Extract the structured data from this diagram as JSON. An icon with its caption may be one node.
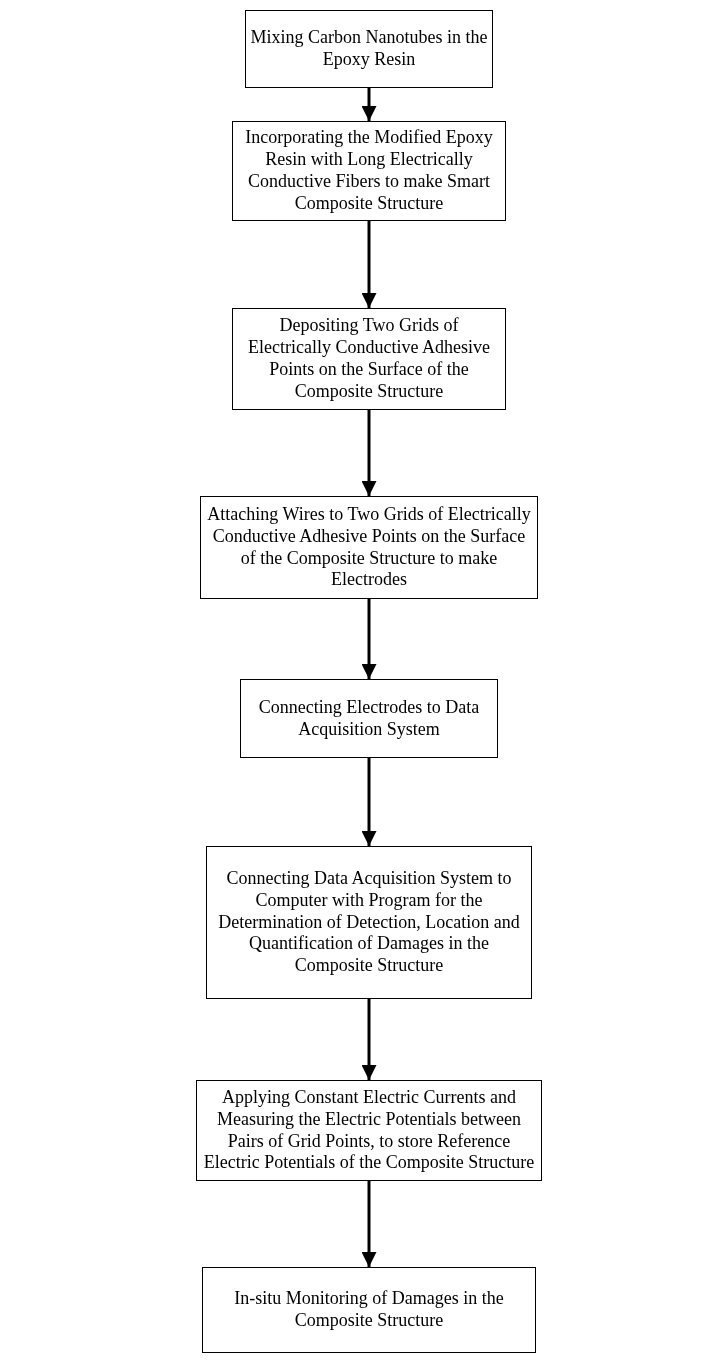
{
  "diagram": {
    "nodes": [
      {
        "text": [
          "Mixing Carbon Nanotubes in the Epoxy Resin"
        ]
      },
      {
        "text": [
          "Incorporating the Modified Epoxy Resin with Long Electrically Conductive Fibers to make Smart Composite Structure"
        ]
      },
      {
        "text": [
          "Depositing Two Grids of Electrically Conductive Adhesive Points on the Surface of the Composite Structure"
        ]
      },
      {
        "text": [
          "Attaching Wires to Two Grids of Electrically Conductive Adhesive Points on the Surface of the Composite Structure to make Electrodes"
        ]
      },
      {
        "text": [
          "Connecting Electrodes to Data Acquisition System"
        ]
      },
      {
        "text": [
          "Connecting Data Acquisition System to Computer with Program for the Determination of Detection, Location and Quantification of Damages in the Composite Structure"
        ]
      },
      {
        "text": [
          "Applying Constant Electric Currents and Measuring the Electric Potentials between Pairs of Grid Points, to store Reference Electric Potentials of the Composite Structure"
        ]
      },
      {
        "text": [
          "In-situ Monitoring of Damages in the Composite Structure"
        ]
      }
    ],
    "edges": [
      {
        "from": 0,
        "to": 1,
        "arrow": "to"
      },
      {
        "from": 1,
        "to": 2,
        "arrow": "to"
      },
      {
        "from": 2,
        "to": 3,
        "arrow": "to"
      },
      {
        "from": 3,
        "to": 4,
        "arrow": "to"
      },
      {
        "from": 4,
        "to": 5,
        "arrow": "to"
      },
      {
        "from": 5,
        "to": 6,
        "arrow": "to"
      },
      {
        "from": 6,
        "to": 7,
        "arrow": "to"
      }
    ]
  }
}
